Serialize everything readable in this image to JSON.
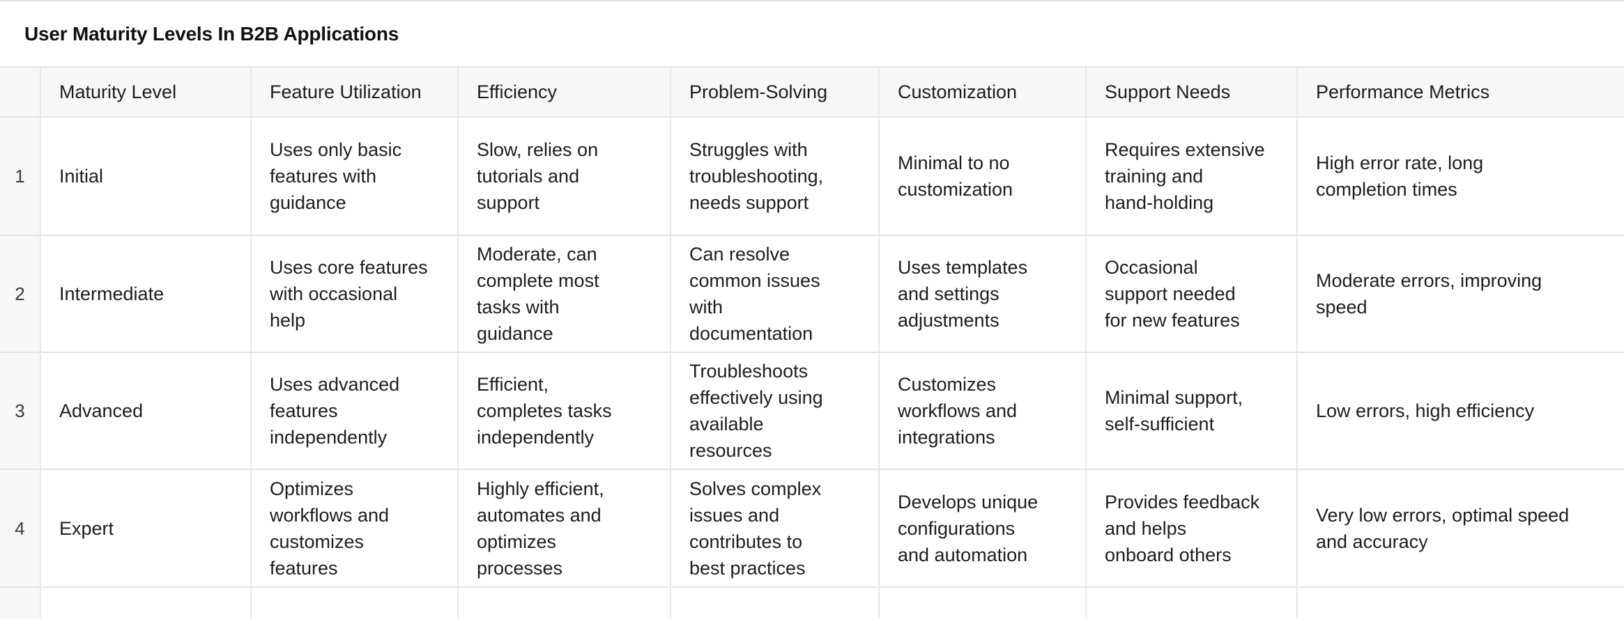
{
  "title": "User Maturity Levels In B2B Applications",
  "colors": {
    "header_bg": "#f7f7f7",
    "border": "#e4e4e4",
    "text": "#1d1d1f",
    "title": "#111111"
  },
  "table": {
    "headers": [
      "",
      "Maturity Level",
      "Feature Utilization",
      "Efficiency",
      "Problem-Solving",
      "Customization",
      "Support Needs",
      "Performance Metrics"
    ],
    "rows": [
      {
        "num": "1",
        "cells": [
          "Initial",
          "Uses only basic\nfeatures with\nguidance",
          "Slow, relies on\ntutorials and\nsupport",
          "Struggles with\ntroubleshooting,\nneeds support",
          "Minimal to no\ncustomization",
          "Requires extensive\ntraining and\nhand-holding",
          "High error rate, long\ncompletion times"
        ]
      },
      {
        "num": "2",
        "cells": [
          "Intermediate",
          "Uses core features\nwith occasional\nhelp",
          "Moderate, can\ncomplete most\ntasks with\nguidance",
          "Can resolve\ncommon issues\nwith\ndocumentation",
          "Uses templates\nand settings\nadjustments",
          "Occasional\nsupport needed\nfor new features",
          "Moderate errors, improving\nspeed"
        ]
      },
      {
        "num": "3",
        "cells": [
          "Advanced",
          "Uses advanced\nfeatures\nindependently",
          "Efficient,\ncompletes tasks\nindependently",
          "Troubleshoots\neffectively using\navailable\nresources",
          "Customizes\nworkflows and\nintegrations",
          "Minimal support,\nself-sufficient",
          "Low errors, high efficiency"
        ]
      },
      {
        "num": "4",
        "cells": [
          "Expert",
          "Optimizes\nworkflows and\ncustomizes\nfeatures",
          "Highly efficient,\nautomates and\noptimizes\nprocesses",
          "Solves complex\nissues and\ncontributes to\nbest practices",
          "Develops unique\nconfigurations\nand automation",
          "Provides feedback\nand helps\nonboard others",
          "Very low errors, optimal speed\nand accuracy"
        ]
      }
    ]
  }
}
